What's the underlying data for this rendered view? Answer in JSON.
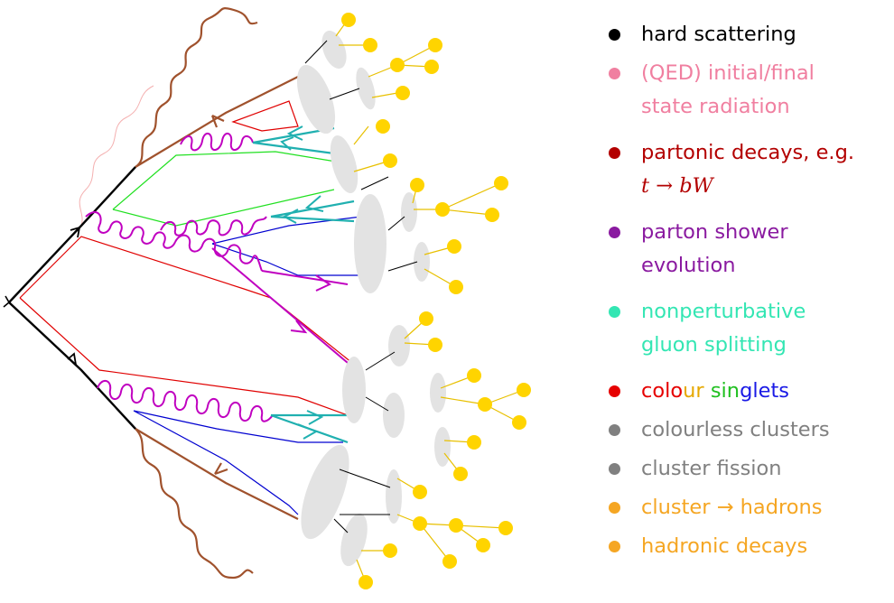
{
  "legend": {
    "items": [
      {
        "line1": "hard scattering",
        "line2": "",
        "color": "#000000"
      },
      {
        "line1": "(QED) initial/final",
        "line2": "state radiation",
        "color": "#f07fa0"
      },
      {
        "line1": "partonic decays, e.g.",
        "line2": "t → bW",
        "color": "#b30000"
      },
      {
        "line1": "parton shower",
        "line2": "evolution",
        "color": "#8a1aa0"
      },
      {
        "line1": "nonperturbative",
        "line2": "gluon splitting",
        "color": "#33e6b3"
      },
      {
        "line1": "",
        "line2": "",
        "color": "#e60000",
        "parts": [
          {
            "text": "colo",
            "color": "#e60000"
          },
          {
            "text": "ur ",
            "color": "#e6a800"
          },
          {
            "text": "sin",
            "color": "#20c020"
          },
          {
            "text": "glets",
            "color": "#1a1ae6"
          }
        ]
      },
      {
        "line1": "colourless clusters",
        "line2": "",
        "color": "#808080"
      },
      {
        "line1": "cluster fission",
        "line2": "",
        "color": "#808080"
      },
      {
        "line1": "cluster → hadrons",
        "line2": "",
        "color": "#f5a623"
      },
      {
        "line1": "hadronic decays",
        "line2": "",
        "color": "#f5a623"
      }
    ]
  },
  "colors": {
    "hard": "#000000",
    "qed": "#a0522d",
    "qed_light": "#f4b0b0",
    "shower": "#c000c0",
    "gluon_split": "#20b0b0",
    "singlet_red": "#e00000",
    "singlet_green": "#20e020",
    "singlet_blue": "#0000d0",
    "cluster": "#e3e3e3",
    "hadron": "#ffd400",
    "hadron_line": "#e8c000"
  }
}
